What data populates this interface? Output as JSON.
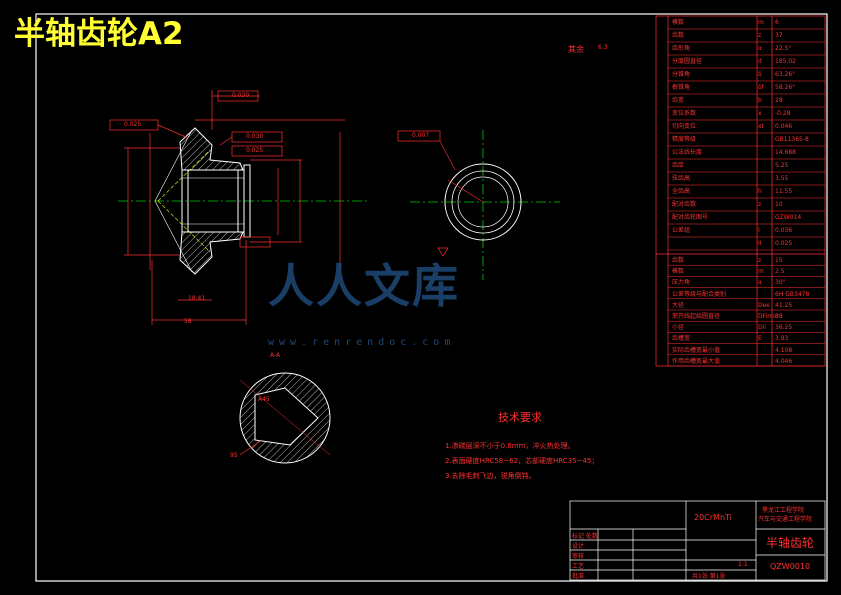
{
  "sheet": {
    "title": "半轴齿轮A2"
  },
  "roughness": {
    "label": "其余",
    "value": "6.3"
  },
  "dimensions": {
    "gear_width": "58",
    "hub_width": "18.41",
    "tol_1": "0.025",
    "tol_2": "0.030",
    "tol_3": "0.030",
    "tol_4": "0.007",
    "tol_5": "0.025",
    "section_label": "A-A",
    "section_dim": "95",
    "section_angle": "A45"
  },
  "tech": {
    "title": "技术要求",
    "items": [
      "1.渗碳层深不小于0.8mm，淬火热处理。",
      "2.表面硬度HRC58~62，芯部硬度HRC35~45；",
      "3.去除毛刺飞边，锐角倒钝。"
    ]
  },
  "params_bevel": [
    [
      "模数",
      "m",
      "6"
    ],
    [
      "齿数",
      "z",
      "37"
    ],
    [
      "齿形角",
      "α",
      "22.5°"
    ],
    [
      "分度圆直径",
      "d",
      "185.02"
    ],
    [
      "分锥角",
      "δ",
      "63.26°"
    ],
    [
      "根锥角",
      "δf",
      "58.26°"
    ],
    [
      "齿宽",
      "b",
      "28"
    ],
    [
      "变位系数",
      "x",
      "-0.28"
    ],
    [
      "切向变位",
      "xt",
      "0.046"
    ],
    [
      "精度等级",
      "",
      "GB11365-8"
    ],
    [
      "公法线长度",
      "",
      "14.688"
    ],
    [
      "齿厚",
      "",
      "5.25"
    ],
    [
      "弦齿高",
      "",
      "3.55"
    ],
    [
      "全齿高",
      "h",
      "11.55"
    ],
    [
      "配对齿数",
      "z",
      "10"
    ],
    [
      "配对齿轮图号",
      "",
      "GZW014"
    ],
    [
      "公差组",
      "I",
      "0.036"
    ],
    [
      "",
      "II",
      "0.025"
    ]
  ],
  "params_spline": [
    [
      "齿数",
      "z",
      "15"
    ],
    [
      "模数",
      "m",
      "2.5"
    ],
    [
      "压力角",
      "α",
      "30°"
    ],
    [
      "公差等级与配合类别",
      "",
      "6H GB3478"
    ],
    [
      "大径",
      "Dee",
      "41.25"
    ],
    [
      "渐开线起始圆直径",
      "DFimin",
      "38"
    ],
    [
      "小径",
      "Dii",
      "36.25"
    ],
    [
      "齿槽宽",
      "E",
      "3.93"
    ],
    [
      "实际齿槽宽最小值",
      "",
      "4.108"
    ],
    [
      "作用齿槽宽最大值",
      "",
      "4.046"
    ]
  ],
  "title_block": {
    "part_name": "半轴齿轮",
    "school": "黑龙江工程学院",
    "dept": "汽车与交通工程学院",
    "material": "20CrMnTi",
    "drawing_no": "QZW0010",
    "scale": "1:1",
    "sheet_info": "共1张 第1张",
    "rows": [
      "标记 处数",
      "设计",
      "审核",
      "工艺",
      "批准"
    ]
  },
  "watermark": {
    "text": "人人文库",
    "url": "www.renrendoc.com"
  }
}
